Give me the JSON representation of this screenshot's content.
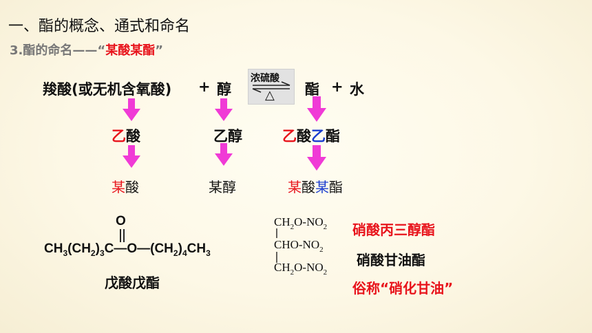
{
  "section_title": "一、酯的概念、通式和命名",
  "subtitle": {
    "prefix": "3.酯的命名——",
    "open_quote": "“",
    "highlight": "某酸某酯",
    "close_quote": "”"
  },
  "equation": {
    "acid": "羧酸(或无机含氧酸)",
    "plus1": "+",
    "alcohol": "醇",
    "condition_top": "浓硫酸",
    "condition_bottom": "△",
    "ester": "酯",
    "plus2": "+",
    "water": "水"
  },
  "examples": {
    "acid_red": "乙",
    "acid_rest": "酸",
    "alcohol": "乙醇",
    "ester_p1": "乙",
    "ester_p2": "酸",
    "ester_p3": "乙",
    "ester_p4": "酯"
  },
  "general": {
    "acid_red": "某",
    "acid_rest": "酸",
    "alcohol": "某醇",
    "ester_p1": "某",
    "ester_p2": "酸",
    "ester_p3": "某",
    "ester_p4": "酯"
  },
  "pentyl_ester": {
    "carbonyl_o": "O",
    "formula_a": "CH",
    "formula_a_sub": "3",
    "formula_b": "(CH",
    "formula_b_sub": "2",
    "formula_c": ")",
    "formula_c_sub": "3",
    "formula_d": "C",
    "formula_e": "—O—(CH",
    "formula_e_sub": "2",
    "formula_f": ")",
    "formula_f_sub": "4",
    "formula_g": "CH",
    "formula_g_sub": "3",
    "name": "戊酸戊酯"
  },
  "nitroglycerin": {
    "line1": "CH",
    "line1_sub": "2",
    "line1_rest": "O-NO",
    "line1_sub2": "2",
    "line2": "CHO-NO",
    "line2_sub": "2",
    "line3": "CH",
    "line3_sub": "2",
    "line3_rest": "O-NO",
    "line3_sub2": "2",
    "name_red": "硝酸丙三醇酯",
    "name_black": "硝酸甘油酯",
    "common_name": "俗称“硝化甘油”"
  },
  "colors": {
    "arrow": "#f03ad6",
    "red": "#e8141c",
    "blue": "#1a3ccf"
  }
}
